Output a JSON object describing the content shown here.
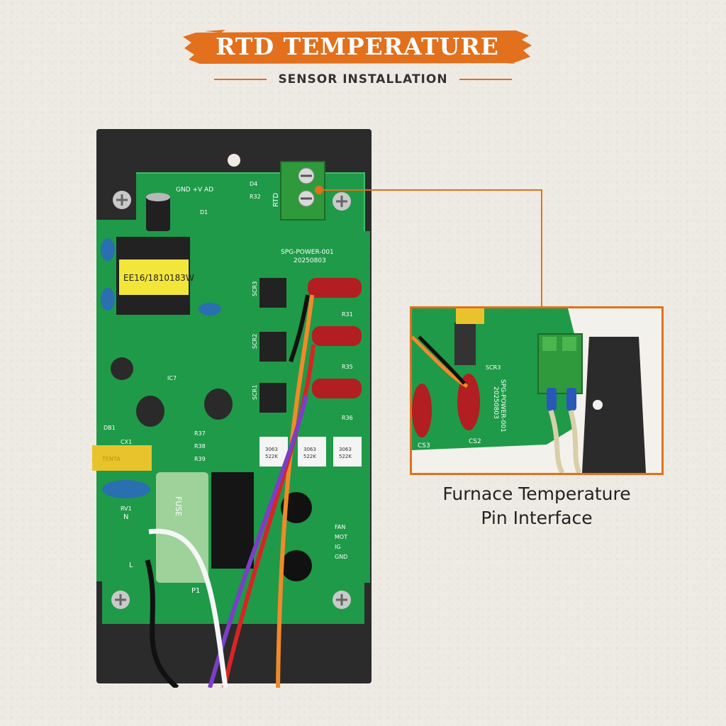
{
  "header": {
    "title": "RTD TEMPERATURE",
    "subtitle": "SENSOR INSTALLATION"
  },
  "board": {
    "labels": {
      "top_pins": "GND +V AD",
      "d4": "D4",
      "r32": "R32",
      "rtd": "RTD",
      "d1": "D1",
      "model": "SPG-POWER-001",
      "date": "20250803",
      "transformer": "EE16/1810183W",
      "scr3": "SCR3",
      "scr2": "SCR2",
      "scr1": "SCR1",
      "r31": "R31",
      "r35": "R35",
      "r36": "R36",
      "fuse": "FUSE",
      "p1": "P1",
      "l_label": "L",
      "n_label": "N",
      "rv1": "RV1",
      "cx1": "CX1",
      "tenta": "TENTA",
      "ic7": "IC7",
      "db1": "DB1",
      "r37": "R37",
      "r38": "R38",
      "r39": "R39",
      "ic_code": "3063",
      "ic_code2": "522K",
      "fan": "FAN",
      "mot": "MOT",
      "ig": "IG",
      "gnd": "GND"
    }
  },
  "callout": {
    "inset_labels": {
      "model": "SPG-POWER-001",
      "date": "20250803",
      "cs3": "CS3",
      "cs2": "CS2",
      "scr3": "SCR3"
    },
    "caption_line1": "Furnace Temperature",
    "caption_line2": "Pin Interface"
  },
  "colors": {
    "accent": "#e2701c",
    "pcb": "#1f9a48",
    "metal": "#2a2a2a",
    "background": "#eeebe4"
  }
}
